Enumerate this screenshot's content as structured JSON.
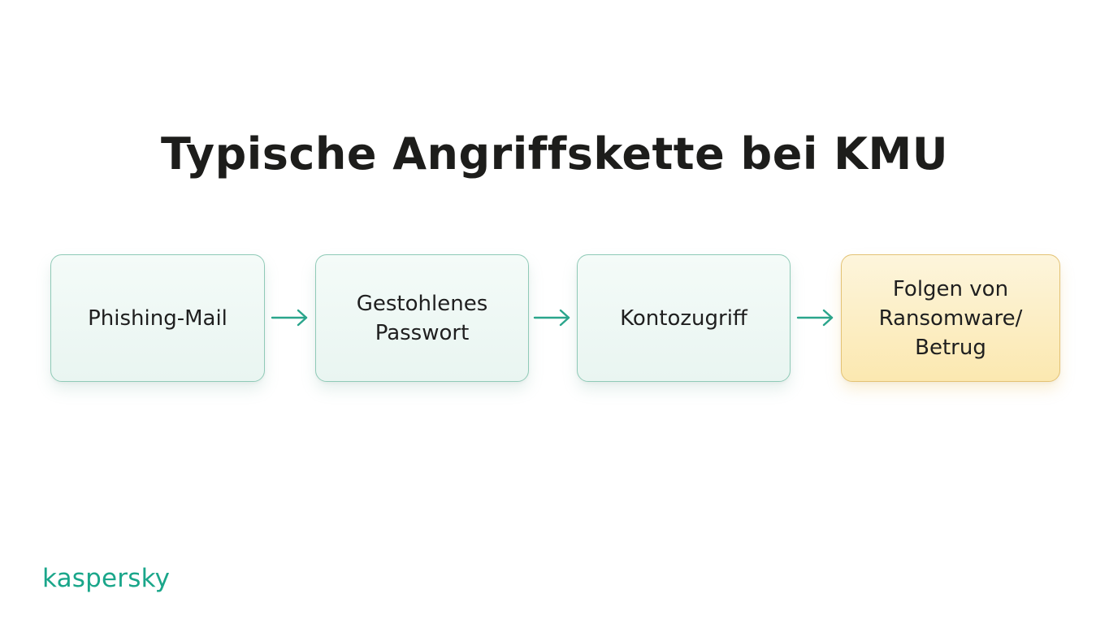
{
  "title": "Typische Angriffskette bei KMU",
  "steps": [
    {
      "label": "Phishing-Mail"
    },
    {
      "label": "Gestohlenes\nPasswort"
    },
    {
      "label": "Kontozugriff"
    },
    {
      "label": "Folgen von\nRansomware/\nBetrug"
    }
  ],
  "brand": "kaspersky",
  "colors": {
    "accent": "#1aa68a",
    "box_border": "#8fcab7",
    "box_fill": "#eef8f4",
    "result_border": "#e3c274",
    "result_fill": "#fcefc6",
    "arrow": "#2aa58c"
  }
}
